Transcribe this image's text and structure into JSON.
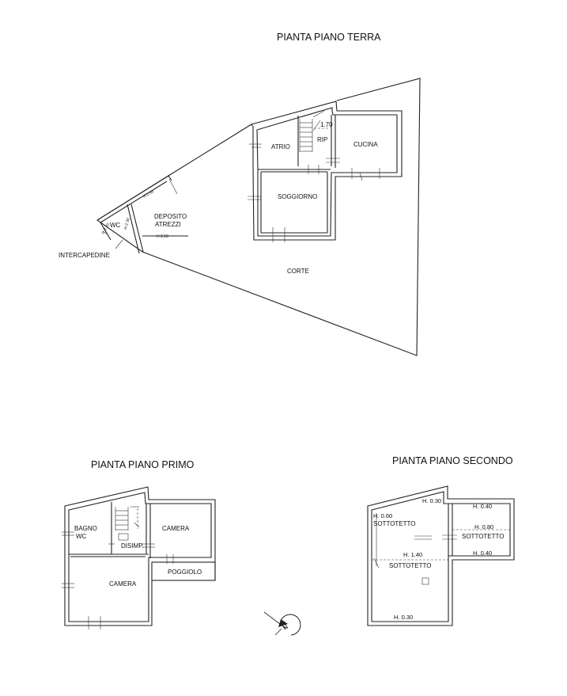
{
  "titles": {
    "ground": "PIANTA PIANO TERRA",
    "first": "PIANTA PIANO PRIMO",
    "second": "PIANTA PIANO SECONDO"
  },
  "ground_floor": {
    "rooms": {
      "atrio": "ATRIO",
      "rip": "RIP",
      "cucina": "CUCINA",
      "soggiorno": "SOGGIORNO",
      "deposito_1": "DEPOSITO",
      "deposito_2": "ATREZZI",
      "wc": "WC",
      "corte": "CORTE",
      "intercapedine": "INTERCAPEDINE"
    },
    "heights": {
      "stair": "1.70",
      "dep_top": "H 2.45",
      "dep_bottom": "H 2.10",
      "wc_side": "H 2.20",
      "wall_side": "H 2.30"
    }
  },
  "first_floor": {
    "rooms": {
      "bagno_1": "BAGNO",
      "bagno_2": "WC",
      "camera_top": "CAMERA",
      "disimp": "DISIMP.",
      "camera_bottom": "CAMERA",
      "poggiolo": "POGGIOLO"
    }
  },
  "second_floor": {
    "rooms": {
      "sottotetto_a": "SOTTOTETTO",
      "sottotetto_b": "SOTTOTETTO",
      "sottotetto_c": "SOTTOTETTO"
    },
    "heights": {
      "h030_top": "H. 0.30",
      "h040_top": "H. 0.40",
      "h060": "H. 0.60",
      "h080": "H. 0.80",
      "h040_mid": "H. 0.40",
      "h140": "H. 1.40",
      "h030_bottom": "H. 0.30"
    }
  },
  "compass": {
    "north": "N"
  }
}
